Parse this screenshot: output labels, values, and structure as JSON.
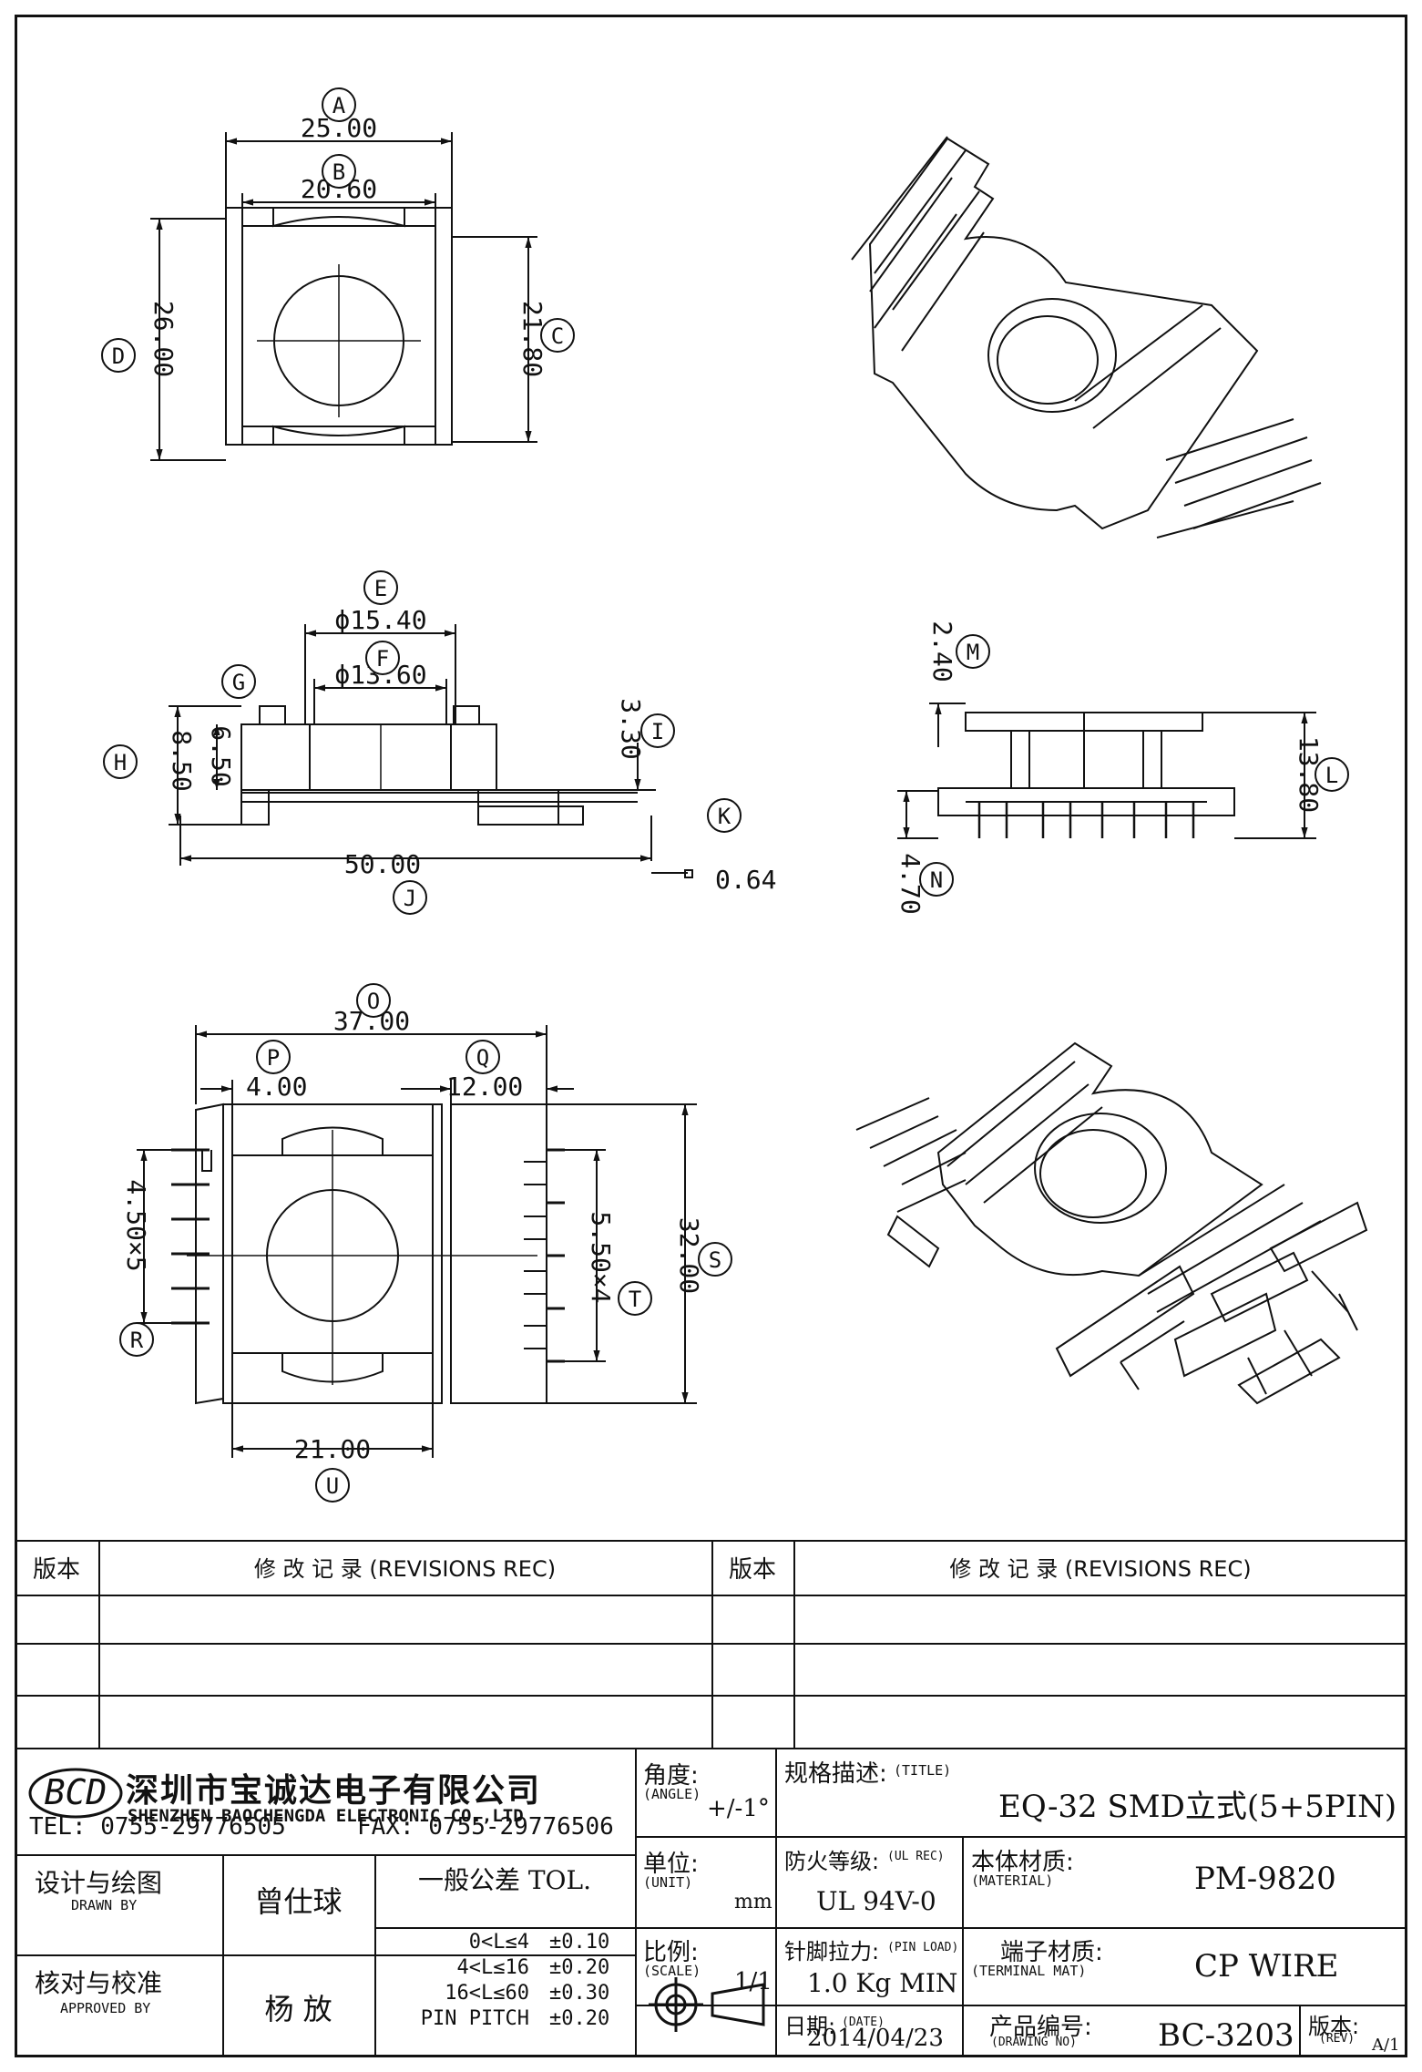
{
  "dims": {
    "A": {
      "id": "A",
      "value": "25.00"
    },
    "B": {
      "id": "B",
      "value": "20.60"
    },
    "C": {
      "id": "C",
      "value": "21.80"
    },
    "D": {
      "id": "D",
      "value": "26.00"
    },
    "E": {
      "id": "E",
      "value": "ϕ15.40"
    },
    "F": {
      "id": "F",
      "value": "ϕ13.60"
    },
    "G": {
      "id": "G",
      "value": ""
    },
    "H": {
      "id": "H",
      "value": "8.50"
    },
    "H2": {
      "value": "6.50"
    },
    "I": {
      "id": "I",
      "value": "3.30"
    },
    "J": {
      "id": "J",
      "value": "50.00"
    },
    "K": {
      "id": "K",
      "value": "0.64"
    },
    "L": {
      "id": "L",
      "value": "13.80"
    },
    "M": {
      "id": "M",
      "value": "2.40"
    },
    "N": {
      "id": "N",
      "value": "4.70"
    },
    "O": {
      "id": "O",
      "value": "37.00"
    },
    "P": {
      "id": "P",
      "value": "4.00"
    },
    "Q": {
      "id": "Q",
      "value": "12.00"
    },
    "R": {
      "id": "R",
      "value": "4.50×5"
    },
    "S": {
      "id": "S",
      "value": "32.00"
    },
    "T": {
      "id": "T",
      "value": "5.50×4"
    },
    "U": {
      "id": "U",
      "value": "21.00"
    }
  },
  "revisions": {
    "col1_label": "版本",
    "col2_label": "修  改  记  录  (REVISIONS REC)",
    "col3_label": "版本",
    "col4_label": "修  改  记  录  (REVISIONS REC)"
  },
  "company": {
    "logo_text": "BCD",
    "name_cn": "深圳市宝诚达电子有限公司",
    "name_en": "SHENZHEN BAOCHENGDA ELECTRONIC CO.,LTD",
    "tel": "TEL: 0755-29776505",
    "fax": "FAX: 0755-29776506"
  },
  "fields": {
    "angle_label": "角度:",
    "angle_en": "(ANGLE)",
    "angle_value": "+/-1°",
    "title_label": "规格描述:",
    "title_en": "(TITLE)",
    "title_value": "EQ-32 SMD立式(5+5PIN)",
    "unit_label": "单位:",
    "unit_en": "(UNIT)",
    "unit_value": "mm",
    "ul_label": "防火等级:",
    "ul_en": "(UL REC)",
    "ul_value": "UL 94V-0",
    "material_label": "本体材质:",
    "material_en": "(MATERIAL)",
    "material_value": "PM-9820",
    "drawn_label": "设计与绘图",
    "drawn_en": "DRAWN BY",
    "drawn_value": "曾仕球",
    "tol_label": "一般公差 TOL.",
    "tol_rows": [
      {
        "range": "0<L≤4",
        "value": "±0.10"
      },
      {
        "range": "4<L≤16",
        "value": "±0.20"
      },
      {
        "range": "16<L≤60",
        "value": "±0.30"
      },
      {
        "range": "PIN PITCH",
        "value": "±0.20"
      }
    ],
    "scale_label": "比例:",
    "scale_en": "(SCALE)",
    "scale_value": "1/1",
    "pinload_label": "针脚拉力:",
    "pinload_en": "(PIN LOAD)",
    "pinload_value": "1.0 Kg MIN",
    "terminal_label": "端子材质:",
    "terminal_en": "(TERMINAL MAT)",
    "terminal_value": "CP WIRE",
    "approved_label": "核对与校准",
    "approved_en": "APPROVED BY",
    "approved_value": "杨   放",
    "date_label": "日期:",
    "date_en": "(DATE)",
    "date_value": "2014/04/23",
    "drawing_label": "产品编号:",
    "drawing_en": "(DRAWING NO)",
    "drawing_value": "BC-3203",
    "rev_label": "版本:",
    "rev_en": "(REV)",
    "rev_value": "A/1"
  }
}
